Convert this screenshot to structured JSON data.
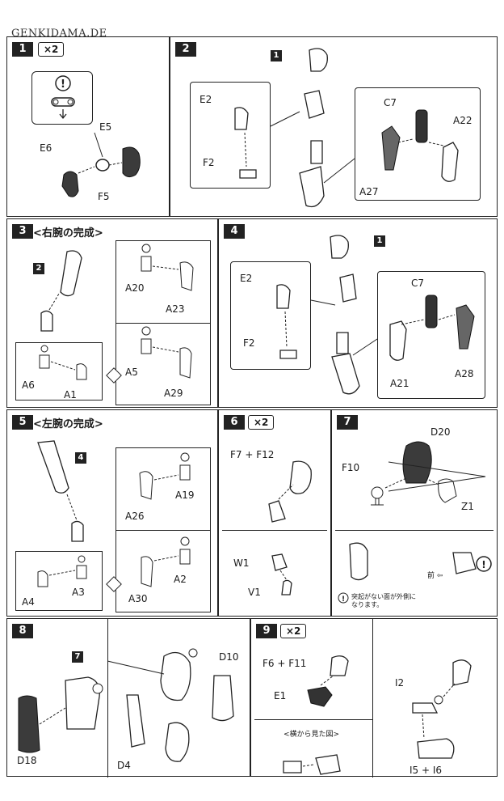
{
  "logo": "GENKIDAMA.DE",
  "steps": {
    "s1": {
      "num": "1",
      "times": "×2",
      "labels": [
        "E5",
        "E6",
        "F5"
      ]
    },
    "s2": {
      "num": "2",
      "ref": "1",
      "labels": [
        "E2",
        "F2",
        "C7",
        "A22",
        "A27"
      ]
    },
    "s3": {
      "num": "3",
      "title": "<右腕の完成>",
      "ref": "2",
      "labels": [
        "A20",
        "A23",
        "A5",
        "A29",
        "A6",
        "A1"
      ]
    },
    "s4": {
      "num": "4",
      "ref": "1",
      "labels": [
        "E2",
        "F2",
        "C7",
        "A21",
        "A28"
      ]
    },
    "s5": {
      "num": "5",
      "title": "<左腕の完成>",
      "ref": "4",
      "labels": [
        "A19",
        "A26",
        "A2",
        "A30",
        "A4",
        "A3"
      ]
    },
    "s6": {
      "num": "6",
      "times": "×2",
      "labels": [
        "F7 + F12",
        "W1",
        "V1"
      ]
    },
    "s7": {
      "num": "7",
      "labels": [
        "D20",
        "F10",
        "Z1"
      ],
      "note": "突起がない面が外側に\nなります。",
      "front": "前 ⇦"
    },
    "s8": {
      "num": "8",
      "ref": "7",
      "labels": [
        "D18",
        "D10",
        "D4"
      ]
    },
    "s9": {
      "num": "9",
      "times": "×2",
      "labels": [
        "F6 + F11",
        "E1",
        "I2",
        "I5 + I6"
      ],
      "side_view": "<横から見た図>"
    }
  }
}
